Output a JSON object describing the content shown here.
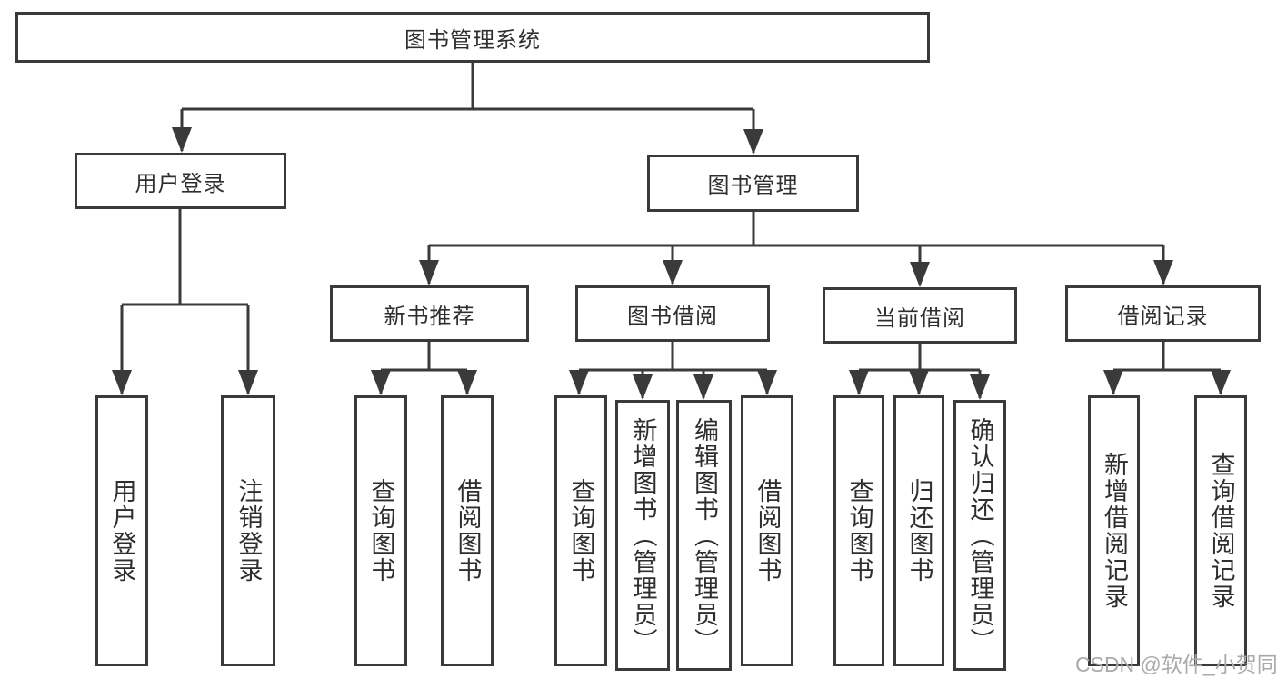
{
  "colors": {
    "line": "#3a3a3a",
    "text": "#2e2e2e",
    "watermark": "#aaaaaa",
    "background": "#ffffff"
  },
  "watermark": {
    "text": "CSDN @软件_小贺同学"
  },
  "tree": {
    "root": {
      "label": "图书管理系统"
    },
    "level2": [
      {
        "label": "用户登录"
      },
      {
        "label": "图书管理"
      }
    ],
    "level3": [
      {
        "label": "新书推荐"
      },
      {
        "label": "图书借阅"
      },
      {
        "label": "当前借阅"
      },
      {
        "label": "借阅记录"
      }
    ],
    "leaves": {
      "user_login": [
        {
          "label": "用户登录"
        },
        {
          "label": "注销登录"
        }
      ],
      "new_book_recommend": [
        {
          "label": "查询图书"
        },
        {
          "label": "借阅图书"
        }
      ],
      "book_borrow": [
        {
          "label": "查询图书"
        },
        {
          "label": "新增图书（管理员）"
        },
        {
          "label": "编辑图书（管理员）"
        },
        {
          "label": "借阅图书"
        }
      ],
      "current_borrow": [
        {
          "label": "查询图书"
        },
        {
          "label": "归还图书"
        },
        {
          "label": "确认归还（管理员）"
        }
      ],
      "borrow_records": [
        {
          "label": "新增借阅记录"
        },
        {
          "label": "查询借阅记录"
        }
      ]
    }
  }
}
